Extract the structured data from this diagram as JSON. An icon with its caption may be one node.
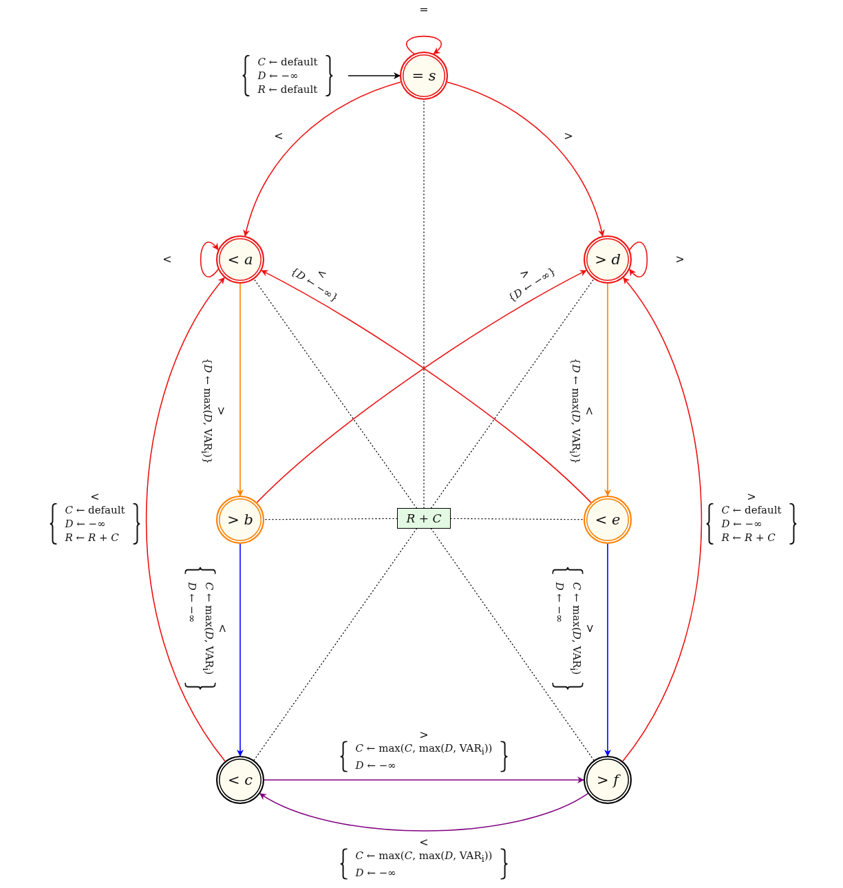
{
  "diagram": {
    "nodes": [
      {
        "text": [
          "*C* ← default",
          "*D* ← −∞",
          "*R* ← default"
        ]
      },
      {
        "text": [
          "= *s*"
        ]
      },
      {
        "text": [
          "< *a*"
        ]
      },
      {
        "text": [
          "> *d*"
        ]
      },
      {
        "text": [
          "> *b*"
        ]
      },
      {
        "text": [
          "*R* + *C*"
        ]
      },
      {
        "text": [
          "< *e*"
        ]
      },
      {
        "text": [
          "< *c*"
        ]
      },
      {
        "text": [
          "> *f*"
        ]
      }
    ],
    "edges": [
      {
        "from": 0,
        "to": 1,
        "arrow": "to",
        "color": "#000000"
      },
      {
        "from": 1,
        "to": 1,
        "arrow": "to",
        "label": "="
      },
      {
        "from": 1,
        "to": 2,
        "arrow": "to",
        "label": "<"
      },
      {
        "from": 1,
        "to": 3,
        "arrow": "to",
        "label": ">"
      },
      {
        "from": 2,
        "to": 2,
        "arrow": "to",
        "label": "<"
      },
      {
        "from": 3,
        "to": 3,
        "arrow": "to",
        "label": ">"
      },
      {
        "from": 2,
        "to": 4,
        "arrow": "to",
        "label": ">",
        "color": "#ff8000"
      },
      {
        "from": 3,
        "to": 6,
        "arrow": "to",
        "label": "<",
        "color": "#ff8000"
      },
      {
        "from": 4,
        "to": 7,
        "arrow": "to",
        "label": "<",
        "color": "#0000ff"
      },
      {
        "from": 6,
        "to": 8,
        "arrow": "to",
        "label": ">",
        "color": "#0000ff"
      },
      {
        "from": 4,
        "to": 3,
        "arrow": "to",
        "label": ">"
      },
      {
        "from": 6,
        "to": 2,
        "arrow": "to",
        "label": "<"
      },
      {
        "from": 7,
        "to": 2,
        "arrow": "to",
        "label": "<"
      },
      {
        "from": 8,
        "to": 3,
        "arrow": "to",
        "label": ">"
      },
      {
        "from": 7,
        "to": 8,
        "arrow": "to",
        "label": ">",
        "color": "#800080"
      },
      {
        "from": 8,
        "to": 7,
        "arrow": "to",
        "label": "<",
        "color": "#800080"
      },
      {
        "from": 5,
        "to": 1,
        "arrow": "none",
        "style": "dashed",
        "color": "#000000"
      },
      {
        "from": 5,
        "to": 2,
        "arrow": "none",
        "style": "dashed",
        "color": "#000000"
      },
      {
        "from": 5,
        "to": 3,
        "arrow": "none",
        "style": "dashed",
        "color": "#000000"
      },
      {
        "from": 5,
        "to": 4,
        "arrow": "none",
        "style": "dashed",
        "color": "#000000"
      },
      {
        "from": 5,
        "to": 6,
        "arrow": "none",
        "style": "dashed",
        "color": "#000000"
      },
      {
        "from": 5,
        "to": 7,
        "arrow": "none",
        "style": "dashed",
        "color": "#000000"
      },
      {
        "from": 5,
        "to": 8,
        "arrow": "none",
        "style": "dashed",
        "color": "#000000"
      }
    ],
    "labels": [
      "{*D* ← −∞}",
      "{*D* ← −∞}",
      "{*D* ← max(*D*, VAR$_{i}$)}",
      "{*D* ← max(*D*, VAR$_{i}$)}",
      "*C* ← default",
      "*D* ← −∞",
      "*R* ← *R* + *C*",
      "*C* ← default",
      "*D* ← −∞",
      "*R* ← *R* + *C*",
      "*C* ← max(*D*, VAR$_{i}$)",
      "*D* ← −∞",
      "*C* ← max(*D*, VAR$_{i}$)",
      "*D* ← −∞",
      "*C* ← max(*C*, max(*D*, VAR$_{i}$))",
      "*D* ← −∞",
      "*C* ← max(*C*, max(*D*, VAR$_{i}$))",
      "*D* ← −∞"
    ]
  }
}
